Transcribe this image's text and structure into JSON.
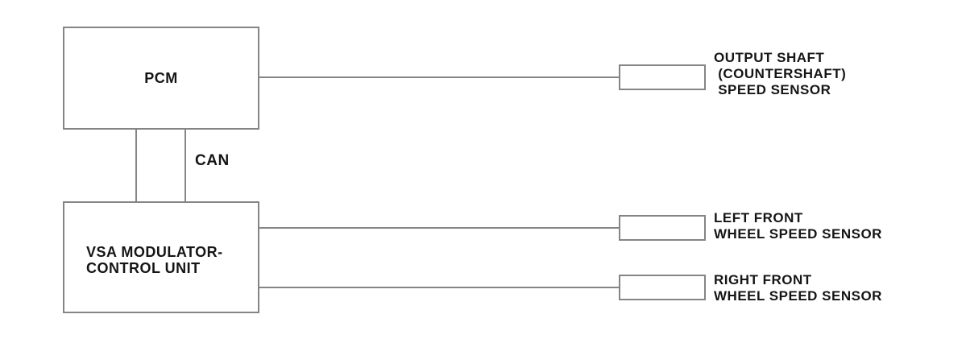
{
  "diagram": {
    "pcm": {
      "label": "PCM"
    },
    "vsa": {
      "label": "VSA MODULATOR-\nCONTROL UNIT"
    },
    "can": {
      "label": "CAN"
    },
    "sensors": [
      {
        "name": "output-shaft-speed-sensor",
        "label": "OUTPUT SHAFT\n (COUNTERSHAFT)\n SPEED SENSOR"
      },
      {
        "name": "left-front-wheel-speed-sensor",
        "label": "LEFT FRONT\nWHEEL SPEED SENSOR"
      },
      {
        "name": "right-front-wheel-speed-sensor",
        "label": "RIGHT FRONT\nWHEEL SPEED SENSOR"
      }
    ],
    "colors": {
      "stroke": "#858585",
      "text": "#151515",
      "background": "#ffffff"
    }
  }
}
